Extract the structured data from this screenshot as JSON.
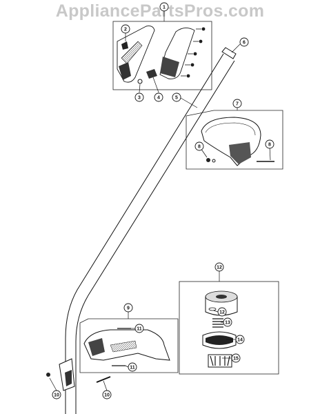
{
  "watermark": "AppliancePartsPros.com",
  "callouts": [
    "1",
    "2",
    "3",
    "4",
    "5",
    "6",
    "7",
    "8",
    "8",
    "9",
    "10",
    "10",
    "11",
    "11",
    "12",
    "12",
    "13",
    "14",
    "15"
  ]
}
